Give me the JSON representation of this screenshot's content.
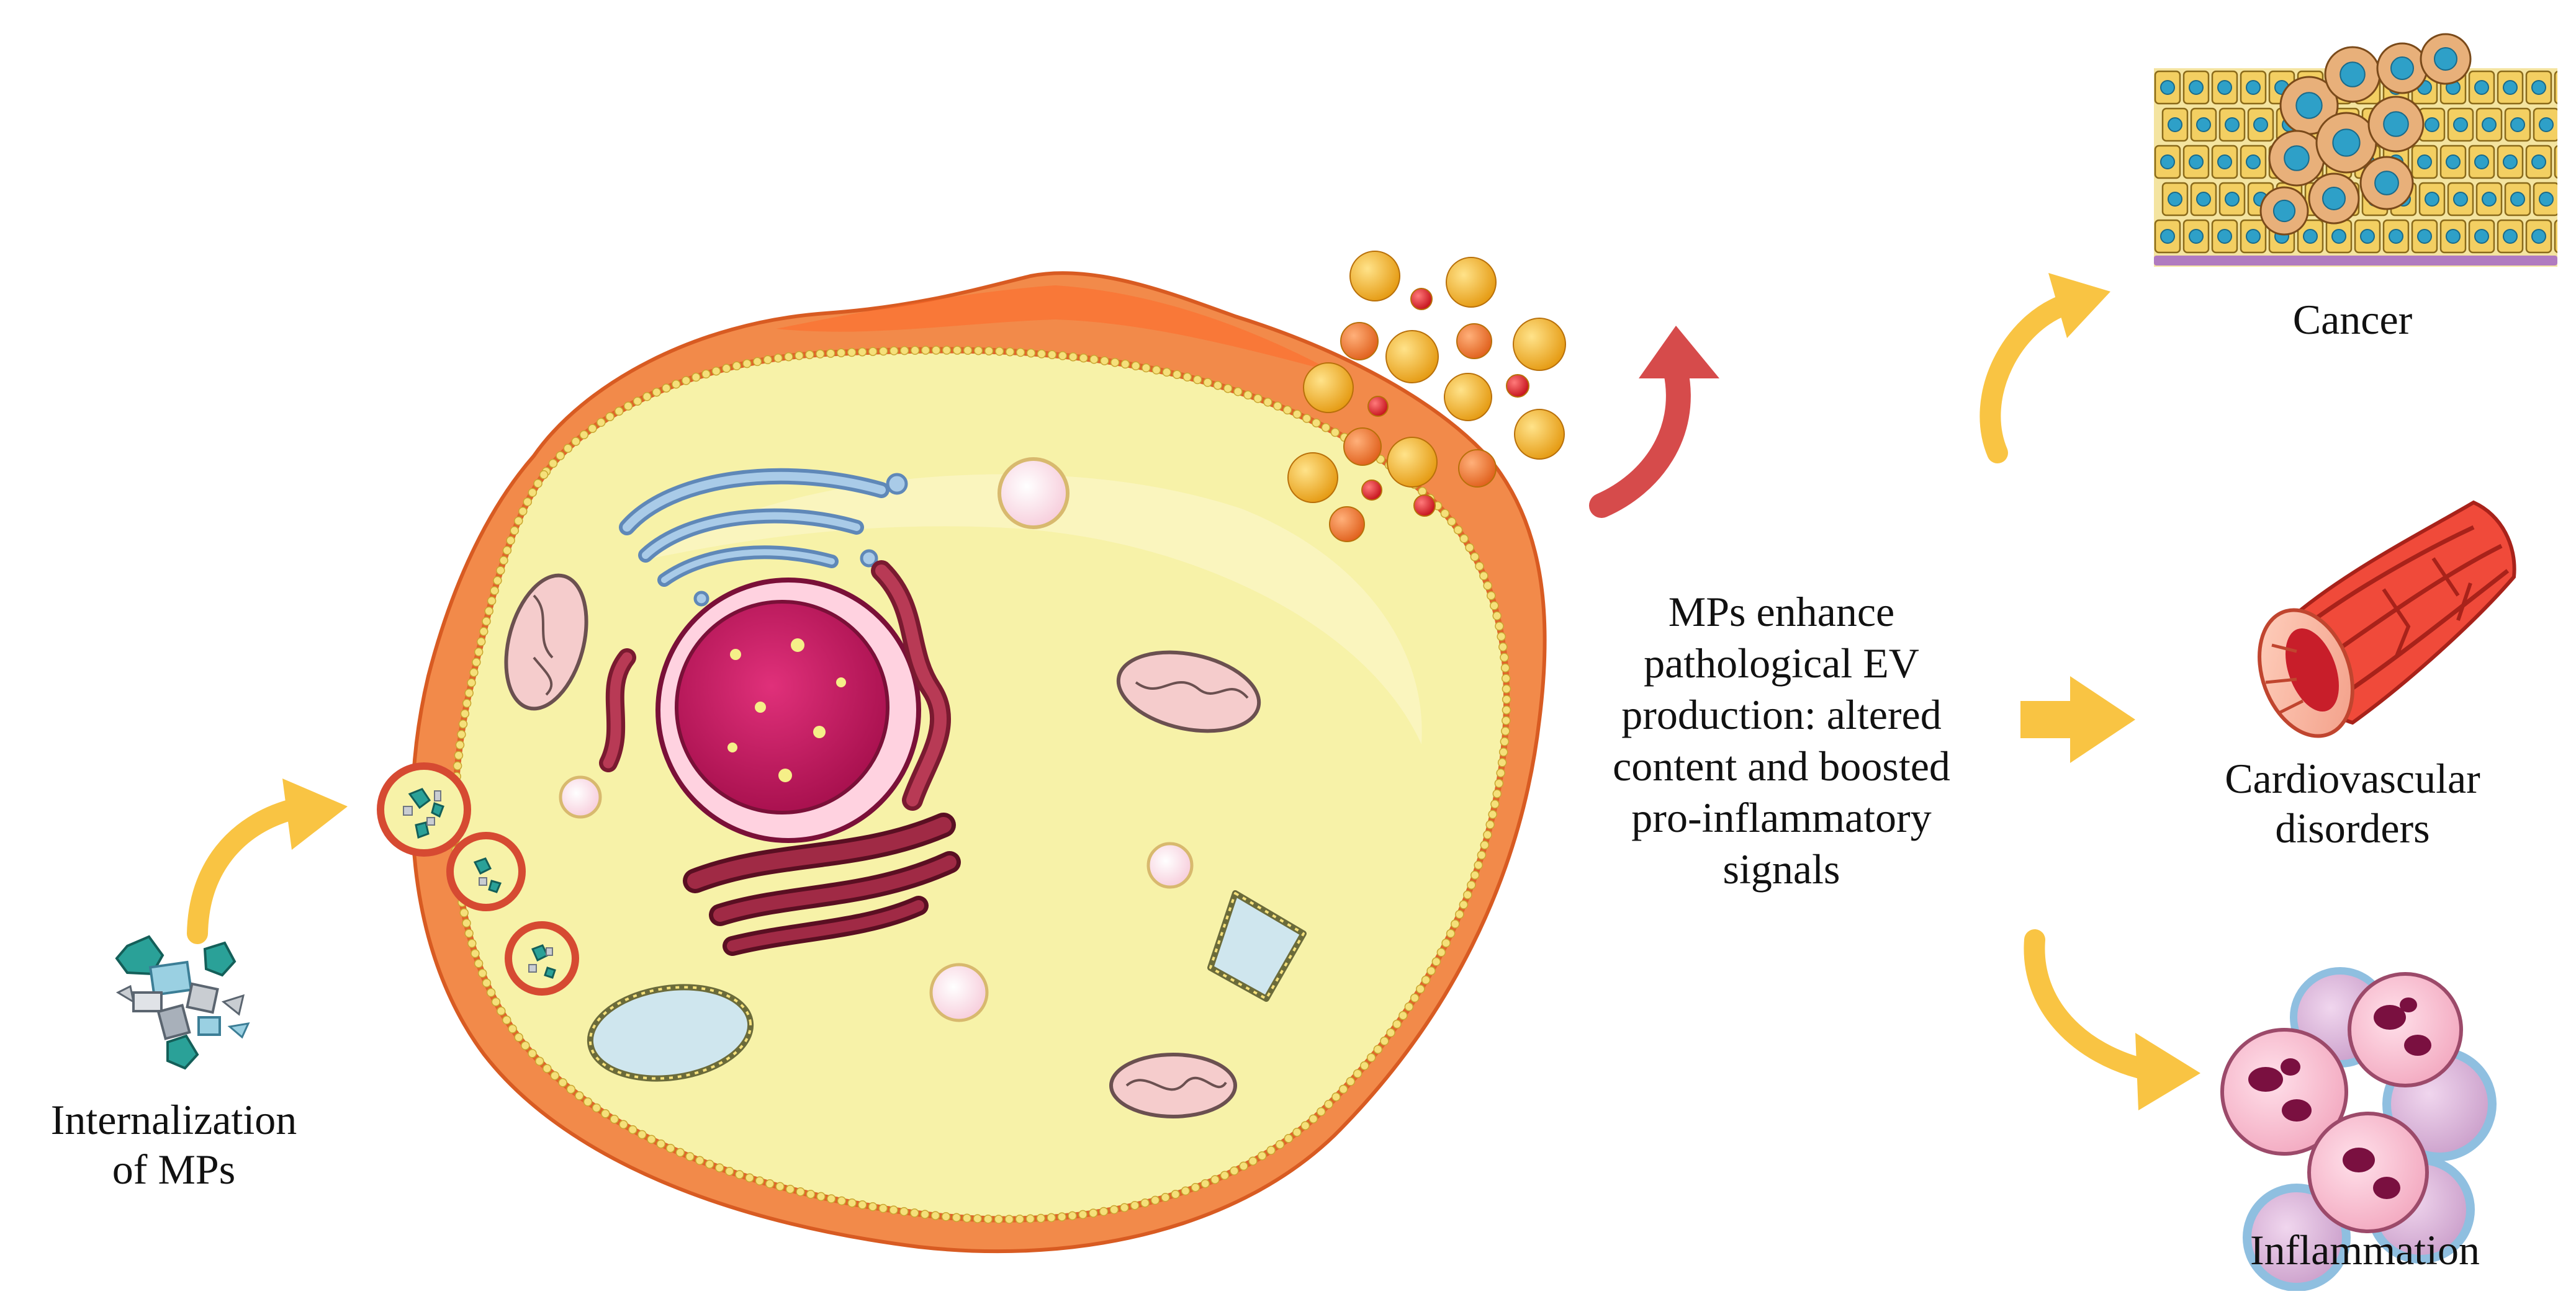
{
  "labels": {
    "internalization": [
      "Internalization",
      "of MPs"
    ],
    "center": [
      "MPs enhance",
      "pathological EV",
      "production: altered",
      "content and boosted",
      "pro-inflammatory",
      "signals"
    ],
    "cancer": [
      "Cancer"
    ],
    "cardio": [
      "Cardiovascular",
      "disorders"
    ],
    "inflammation": [
      "Inflammation"
    ]
  },
  "colors": {
    "cell_cytoplasm": "#f7f2a8",
    "cell_outer_rim": "#f28a4a",
    "membrane_dots": "#f5e07a",
    "membrane_line": "#e0642a",
    "nucleus": "#c8145a",
    "golgi": "#8fb6dc",
    "er": "#9c2a45",
    "mitochondria": "#f5cccc",
    "vesicle": "#cfe6ee",
    "arrow_yellow": "#f9c443",
    "arrow_red": "#d64b4b",
    "ev_gold": "#f4b324",
    "ev_orange": "#f07b2a",
    "ev_red": "#e0202a",
    "microplastic": "#2aa198"
  },
  "icons": {
    "microplastics": "microplastic-cluster-icon",
    "cancer": "cancer-tissue-icon",
    "cardio": "blood-vessel-icon",
    "inflammation": "immune-cells-icon"
  }
}
